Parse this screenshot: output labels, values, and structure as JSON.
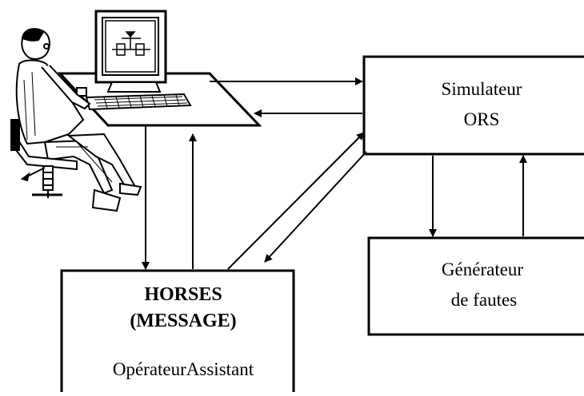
{
  "simulator": {
    "line1": "Simulateur",
    "line2": "ORS"
  },
  "fault_generator": {
    "line1": "Générateur",
    "line2": "de fautes"
  },
  "horses": {
    "line1": "HORSES",
    "line2": "(MESSAGE)",
    "line3": "OpérateurAssistant"
  },
  "operator_workstation": {
    "icon": "operator-at-workstation"
  }
}
